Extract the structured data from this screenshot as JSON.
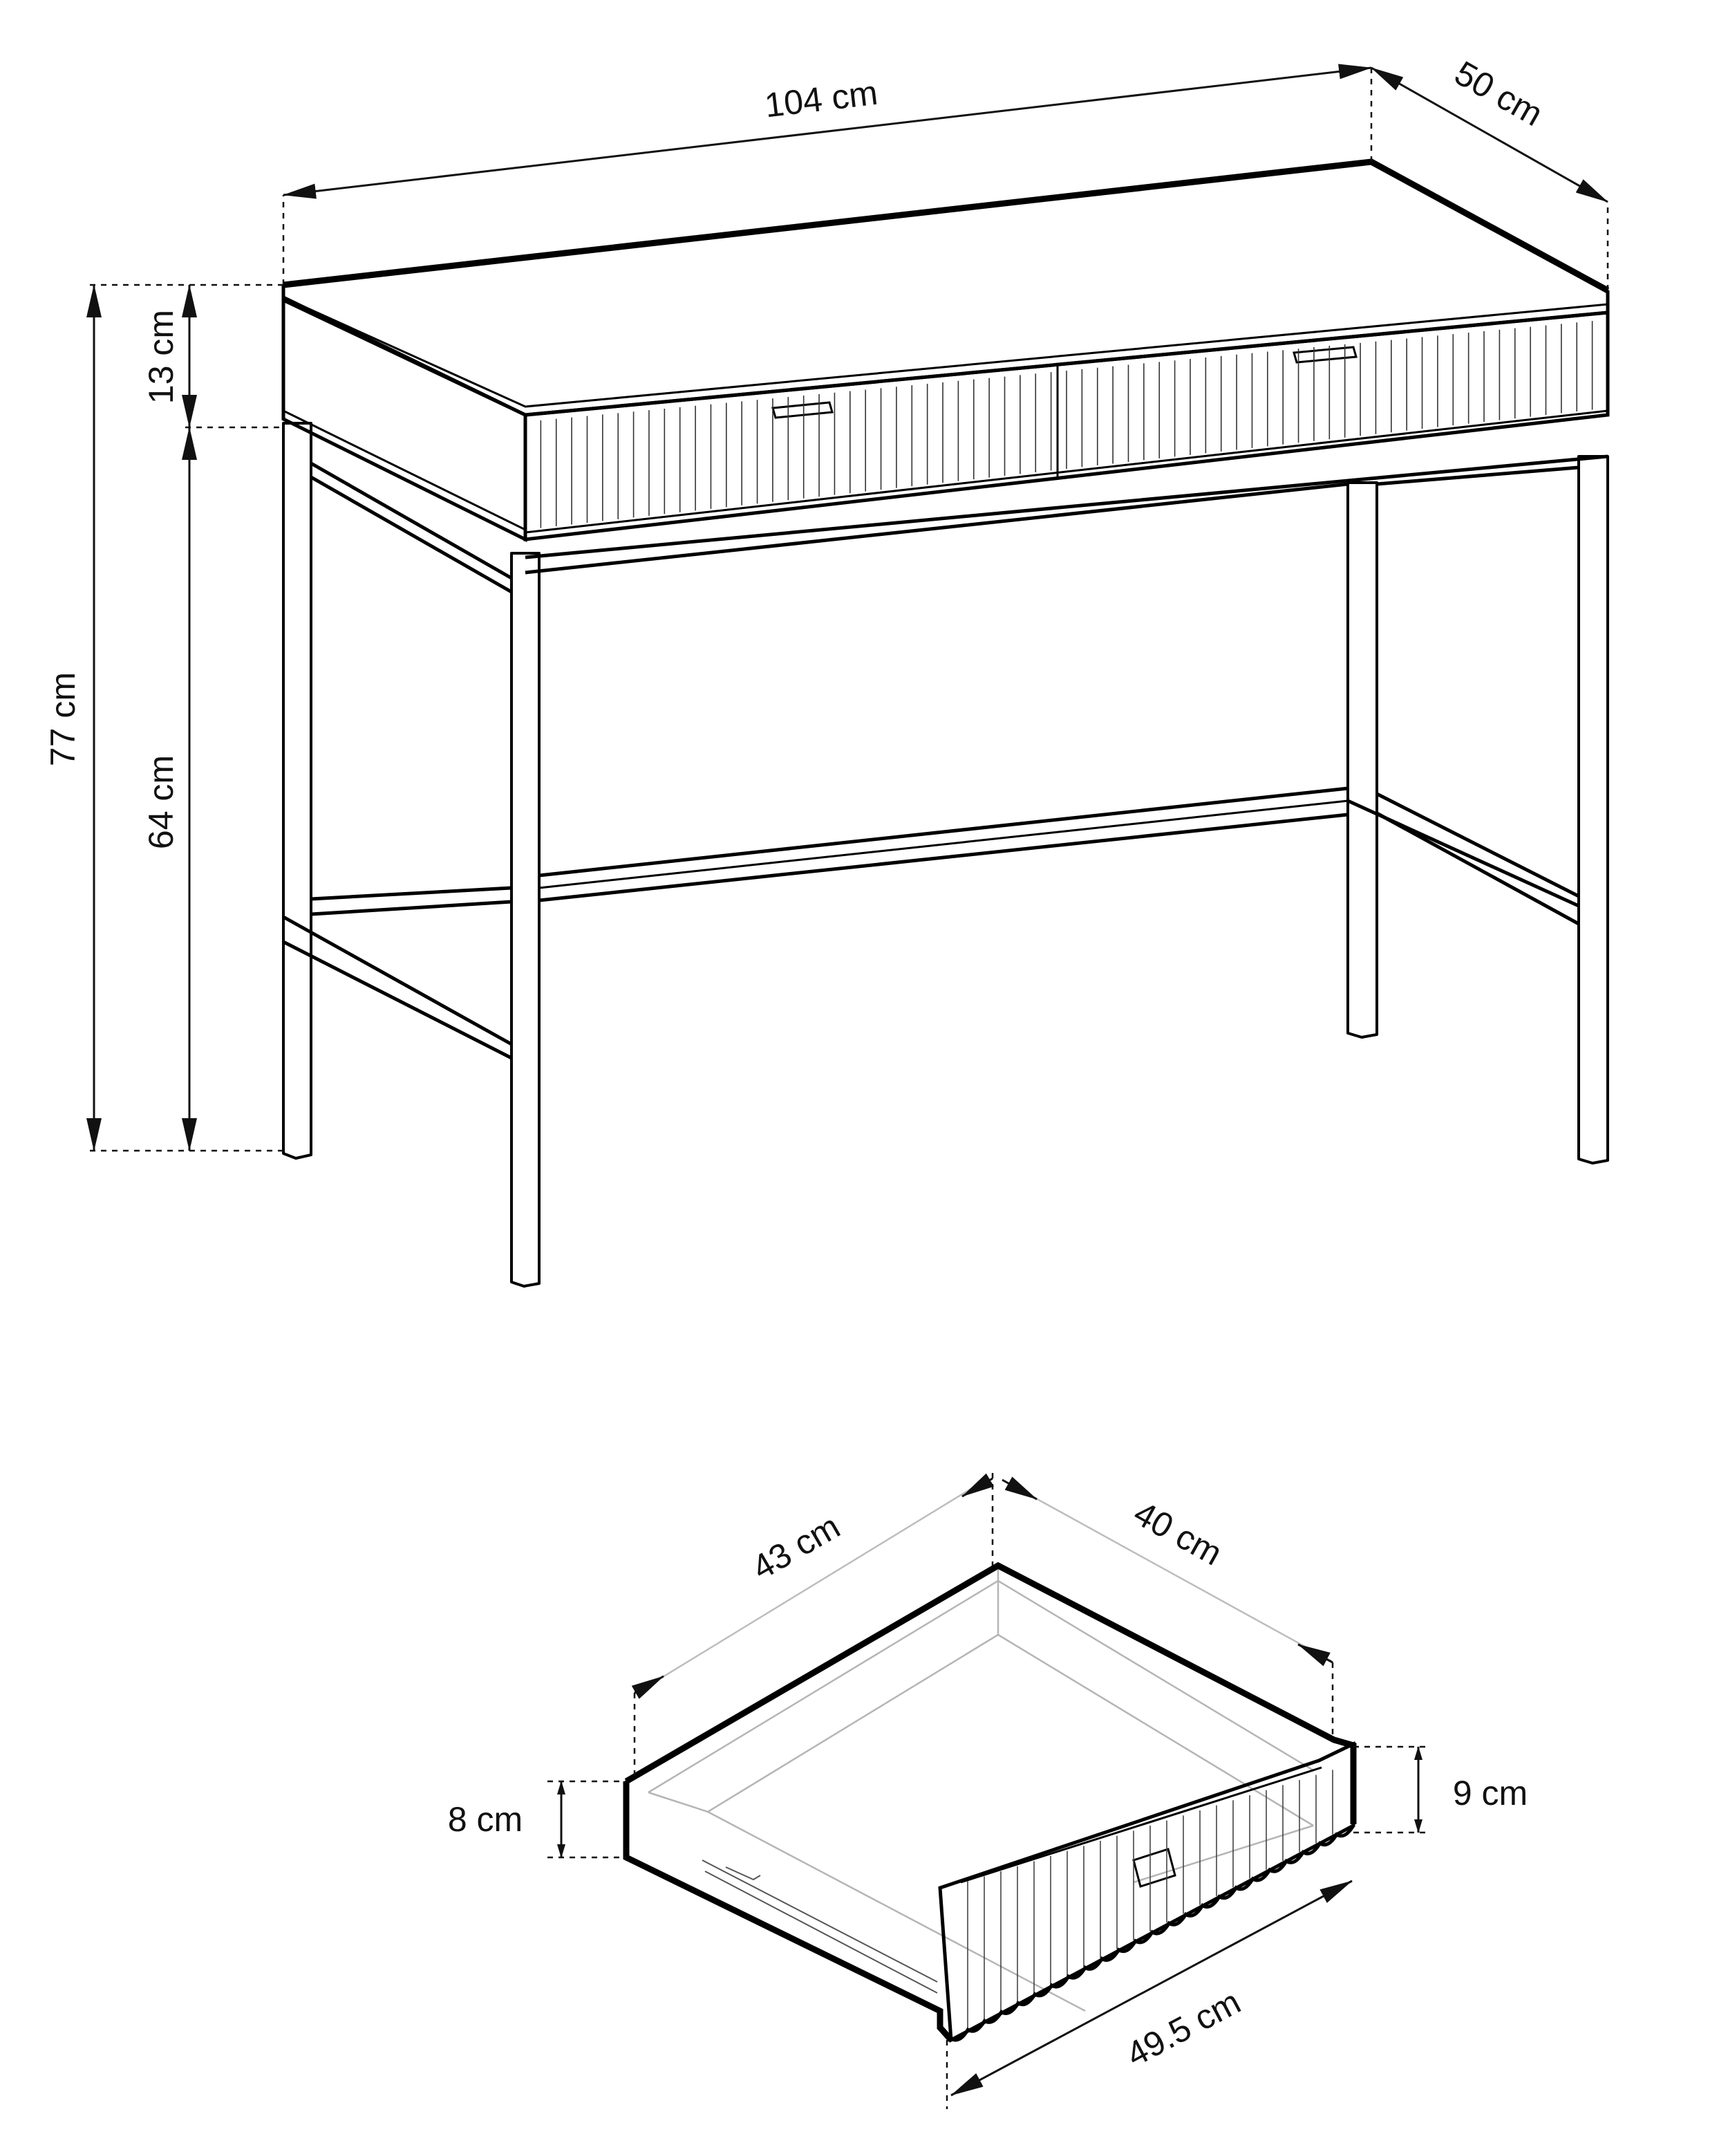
{
  "desk": {
    "width_label": "104 cm",
    "depth_label": "50 cm",
    "total_height_label": "77 cm",
    "apron_height_label": "13 cm",
    "leg_height_label": "64 cm"
  },
  "drawer": {
    "side_length_label": "43 cm",
    "inner_depth_label": "40 cm",
    "back_height_label": "8 cm",
    "front_height_label": "9 cm",
    "front_width_label": "49.5 cm"
  }
}
